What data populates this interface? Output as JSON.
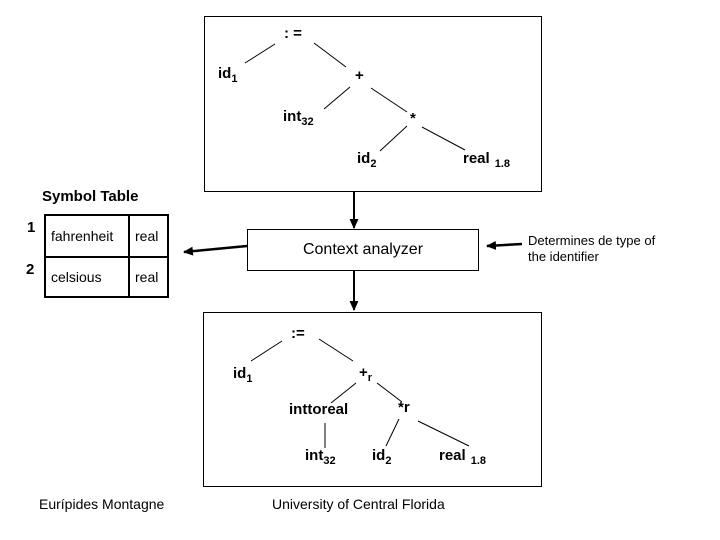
{
  "colors": {
    "ink": "#000000",
    "background": "#ffffff"
  },
  "top_tree": {
    "nodes": [
      {
        "main": ": =",
        "sub": ""
      },
      {
        "main": "id",
        "sub": "1"
      },
      {
        "main": "+",
        "sub": ""
      },
      {
        "main": "int",
        "sub": "32"
      },
      {
        "main": "*",
        "sub": ""
      },
      {
        "main": "id",
        "sub": "2"
      },
      {
        "main": "real",
        "sub": "1.8"
      }
    ]
  },
  "bottom_tree": {
    "nodes": [
      {
        "main": ":=",
        "sub": ""
      },
      {
        "main": "id",
        "sub": "1"
      },
      {
        "main": "+",
        "sub": "r"
      },
      {
        "main": "inttoreal",
        "sub": ""
      },
      {
        "main": "*r",
        "sub": ""
      },
      {
        "main": "int",
        "sub": "32"
      },
      {
        "main": "id",
        "sub": "2"
      },
      {
        "main": "real",
        "sub": "1.8"
      }
    ]
  },
  "symbol_table": {
    "title": "Symbol Table",
    "rows": [
      {
        "index": "1",
        "name": "fahrenheit",
        "type": "real"
      },
      {
        "index": "2",
        "name": "celsious",
        "type": "real"
      }
    ]
  },
  "context_analyzer": {
    "label": "Context analyzer"
  },
  "annotation": {
    "line1": "Determines de type of",
    "line2": "the identifier"
  },
  "footer": {
    "author": "Eurípides Montagne",
    "institution": "University of Central Florida"
  }
}
